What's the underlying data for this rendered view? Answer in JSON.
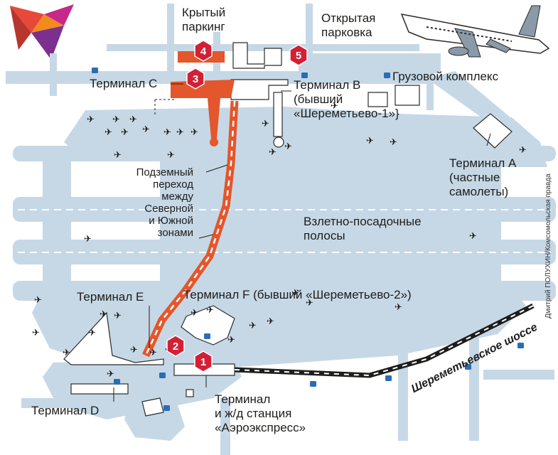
{
  "colors": {
    "background": "#ffffff",
    "airfield": "#c6d8e6",
    "terminal_highlight": "#e4562b",
    "marker_red": "#d41f35",
    "outline": "#2b2b2b",
    "rail_track": "#1d1d1b"
  },
  "labels": {
    "covered_parking": "Крытый\nпаркинг",
    "open_parking": "Открытая\nпарковка",
    "cargo_complex": "Грузовой комплекс",
    "terminal_c": "Терминал C",
    "terminal_b": "Терминал B\n(бывший\n«Шереметьево-1»}",
    "terminal_a": "Терминал A\n(частные\nсамолеты)",
    "underground_passage": "Подземный\nпереход\nмежду\nСеверной\nи Южной\nзонами",
    "runways": "Взлетно-посадочные\nполосы",
    "terminal_e": "Терминал E",
    "terminal_f": "Терминал F (бывший «Шереметьево-2»)",
    "terminal_d": "Терминал D",
    "terminal_station": "Терминал\nи ж/д станция\n«Аэроэкспресс»",
    "highway": "Шереметьевское шоссе",
    "credit": "Дмитрий ПОЛУХИН/Комсомольская правда"
  },
  "markers": [
    "1",
    "2",
    "3",
    "4",
    "5"
  ],
  "icons": [
    "publisher-bird-logo",
    "airplane-illustration",
    "parked-plane-icon",
    "bus-stop-icon"
  ]
}
